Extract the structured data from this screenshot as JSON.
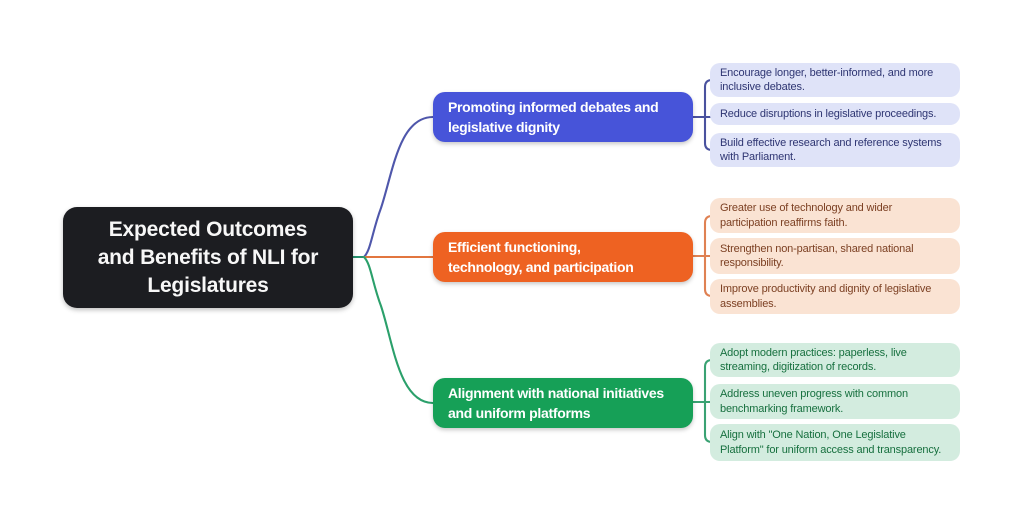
{
  "root": {
    "label": "Expected Outcomes\nand Benefits of NLI for\nLegislatures",
    "bg": "#1c1d21",
    "text_color": "#f7f7f7",
    "stub_color": "#27926f"
  },
  "branches": [
    {
      "label": "Promoting informed debates and\nlegislative dignity",
      "color": "#4754d9",
      "line_color": "#4f57ab",
      "bracket_color": "#4a529e",
      "leaf_bg": "#dfe3f8",
      "leaf_text_color": "#2e3572",
      "leaves": [
        "Encourage longer, better-informed, and more\ninclusive debates.",
        "Reduce disruptions in legislative proceedings.",
        "Build effective research and reference systems\nwith Parliament."
      ]
    },
    {
      "label": "Efficient functioning,\ntechnology, and participation",
      "color": "#ee6222",
      "line_color": "#e2763f",
      "bracket_color": "#df8153",
      "leaf_bg": "#fae3d3",
      "leaf_text_color": "#7c4023",
      "leaves": [
        "Greater use of technology and wider\nparticipation reaffirms faith.",
        "Strengthen non-partisan, shared national\nresponsibility.",
        "Improve productivity and dignity of legislative\nassemblies."
      ]
    },
    {
      "label": "Alignment with national initiatives\nand uniform platforms",
      "color": "#16a057",
      "line_color": "#2ba06b",
      "bracket_color": "#3aa273",
      "leaf_bg": "#d3ecdf",
      "leaf_text_color": "#17703f",
      "leaves": [
        "Adopt modern practices: paperless, live\nstreaming, digitization of records.",
        "Address uneven progress with common\nbenchmarking framework.",
        "Align with \"One Nation, One Legislative\nPlatform\" for uniform access and transparency."
      ]
    }
  ]
}
